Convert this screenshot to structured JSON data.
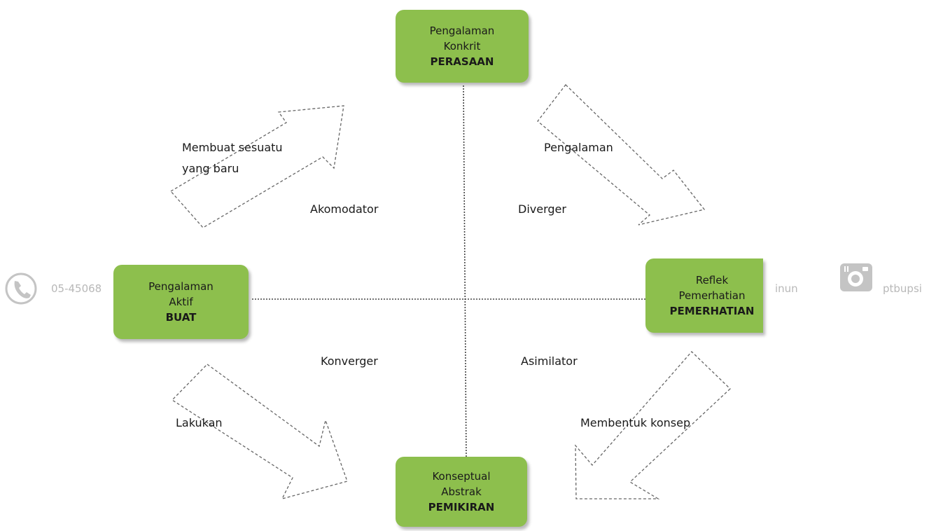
{
  "nodes": {
    "top": {
      "line1": "Pengalaman",
      "line2": "Konkrit",
      "bold": "PERASAAN"
    },
    "left": {
      "line1": "Pengalaman",
      "line2": "Aktif",
      "bold": "BUAT"
    },
    "right": {
      "line1": "Reflek",
      "line2": "Pemerhatian",
      "bold": "PEMERHATIAN"
    },
    "bottom": {
      "line1": "Konseptual",
      "line2": "Abstrak",
      "bold": "PEMIKIRAN"
    }
  },
  "quadrants": {
    "top_left": "Akomodator",
    "top_right": "Diverger",
    "bottom_left": "Konverger",
    "bottom_right": "Asimilator"
  },
  "arrows": {
    "top_left": {
      "line1": "Membuat sesuatu",
      "line2": "yang baru"
    },
    "top_right": "Pengalaman",
    "bottom_left": "Lakukan",
    "bottom_right": "Membentuk konsep"
  },
  "watermark": {
    "phone": "05-45068",
    "partial": "inun",
    "handle": "ptbupsi"
  },
  "colors": {
    "box": "#8dbf4d",
    "line": "#555555"
  }
}
